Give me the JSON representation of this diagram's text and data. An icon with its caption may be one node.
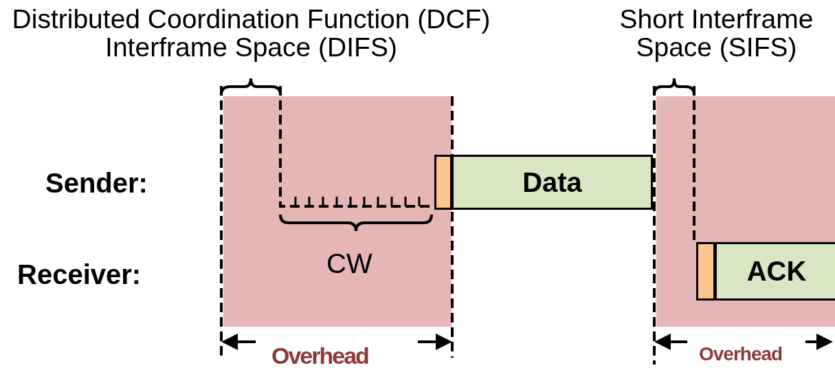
{
  "diagram": {
    "nodes": [
      {
        "text": [
          "Data"
        ]
      },
      {
        "text": [],
        "shape": "bar"
      },
      {
        "text": [
          "ACK"
        ]
      },
      {
        "text": [],
        "shape": "bar"
      }
    ],
    "labels": [
      "Distributed Coordination Function (DCF) Interframe Space (DIFS)",
      "Short Interframe Space (SIFS)",
      "Sender:",
      "Receiver:",
      "CW",
      "Overhead",
      "Overhead"
    ]
  }
}
